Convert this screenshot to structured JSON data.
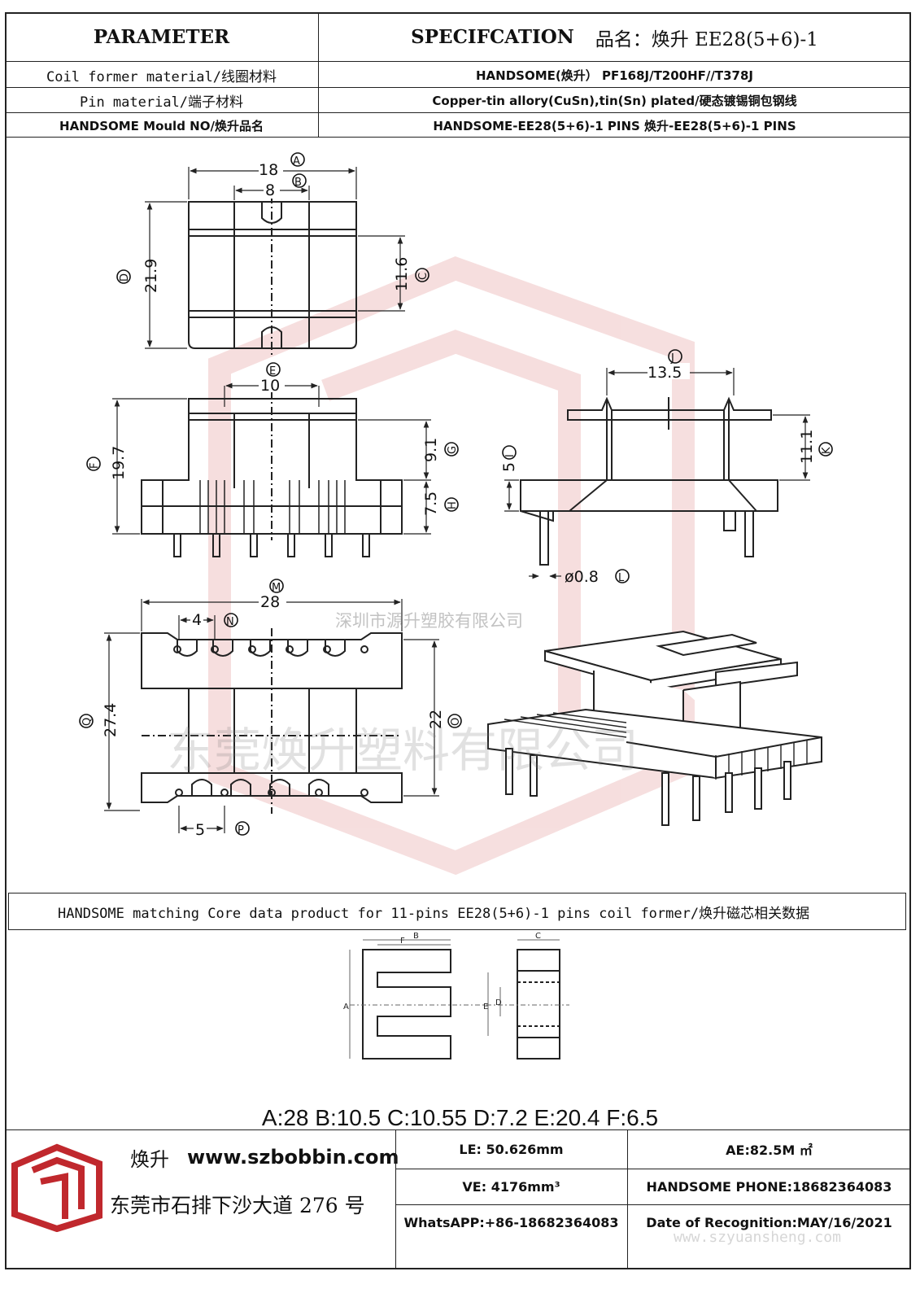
{
  "header": {
    "parameter_label": "PARAMETER",
    "spec_label": "SPECIFCATION",
    "product_name": "品名：焕升 EE28(5+6)-1"
  },
  "rows": [
    {
      "label": "Coil former material/线圈材料",
      "value": "HANDSOME(焕升）  PF168J/T200HF//T378J"
    },
    {
      "label": "Pin material/端子材料",
      "value": "Copper-tin allory(CuSn),tin(Sn) plated/硬态镀锡铜包钢线"
    },
    {
      "label": "HANDSOME Mould NO/焕升品名",
      "value": "HANDSOME-EE28(5+6)-1 PINS    焕升-EE28(5+6)-1 PINS"
    }
  ],
  "drawing": {
    "top_view": {
      "width": "18",
      "width_id": "A",
      "slot": "8",
      "slot_id": "B",
      "height": "21.9",
      "height_id": "D",
      "inner": "11.6",
      "inner_id": "C"
    },
    "side_view": {
      "span": "10",
      "span_id": "E",
      "height": "19.7",
      "height_id": "F",
      "upper": "9.1",
      "upper_id": "G",
      "lower": "7.5",
      "lower_id": "H"
    },
    "end_view": {
      "span": "13.5",
      "span_id": "J",
      "offset": "5",
      "offset_id": "I",
      "height": "11.1",
      "height_id": "K",
      "pin": "ø0.8",
      "pin_id": "L"
    },
    "bottom_view": {
      "width": "28",
      "width_id": "M",
      "pitch_top": "4",
      "pitch_top_id": "N",
      "height": "27.4",
      "height_id": "Q",
      "inner": "22",
      "inner_id": "O",
      "pitch_bottom": "5",
      "pitch_bottom_id": "P"
    },
    "watermark_company_sz": "深圳市源升塑胶有限公司",
    "watermark_company_dg": "东莞焕升塑料有限公司"
  },
  "core_section": {
    "title": "HANDSOME matching Core data  product for 11-pins EE28(5+6)-1 pins coil former/焕升磁芯相关数据",
    "labels": {
      "A": "A",
      "B": "B",
      "C": "C",
      "D": "D",
      "E": "E",
      "F": "F"
    },
    "dims": "A:28 B:10.5 C:10.55 D:7.2 E:20.4 F:6.5"
  },
  "footer": {
    "brand": "焕升",
    "website": "www.szbobbin.com",
    "address": "东莞市石排下沙大道 276 号",
    "le": "LE: 50.626mm",
    "ae": "AE:82.5M ㎡",
    "ve": "VE: 4176mm³",
    "phone": "HANDSOME PHONE:18682364083",
    "whatsapp": "WhatsAPP:+86-18682364083",
    "date": "Date of Recognition:MAY/16/2021",
    "watermark_url": "www.szyuansheng.com"
  },
  "colors": {
    "logo": "#c0282d",
    "watermark_red": "#e8a0a0",
    "line": "#222222"
  }
}
